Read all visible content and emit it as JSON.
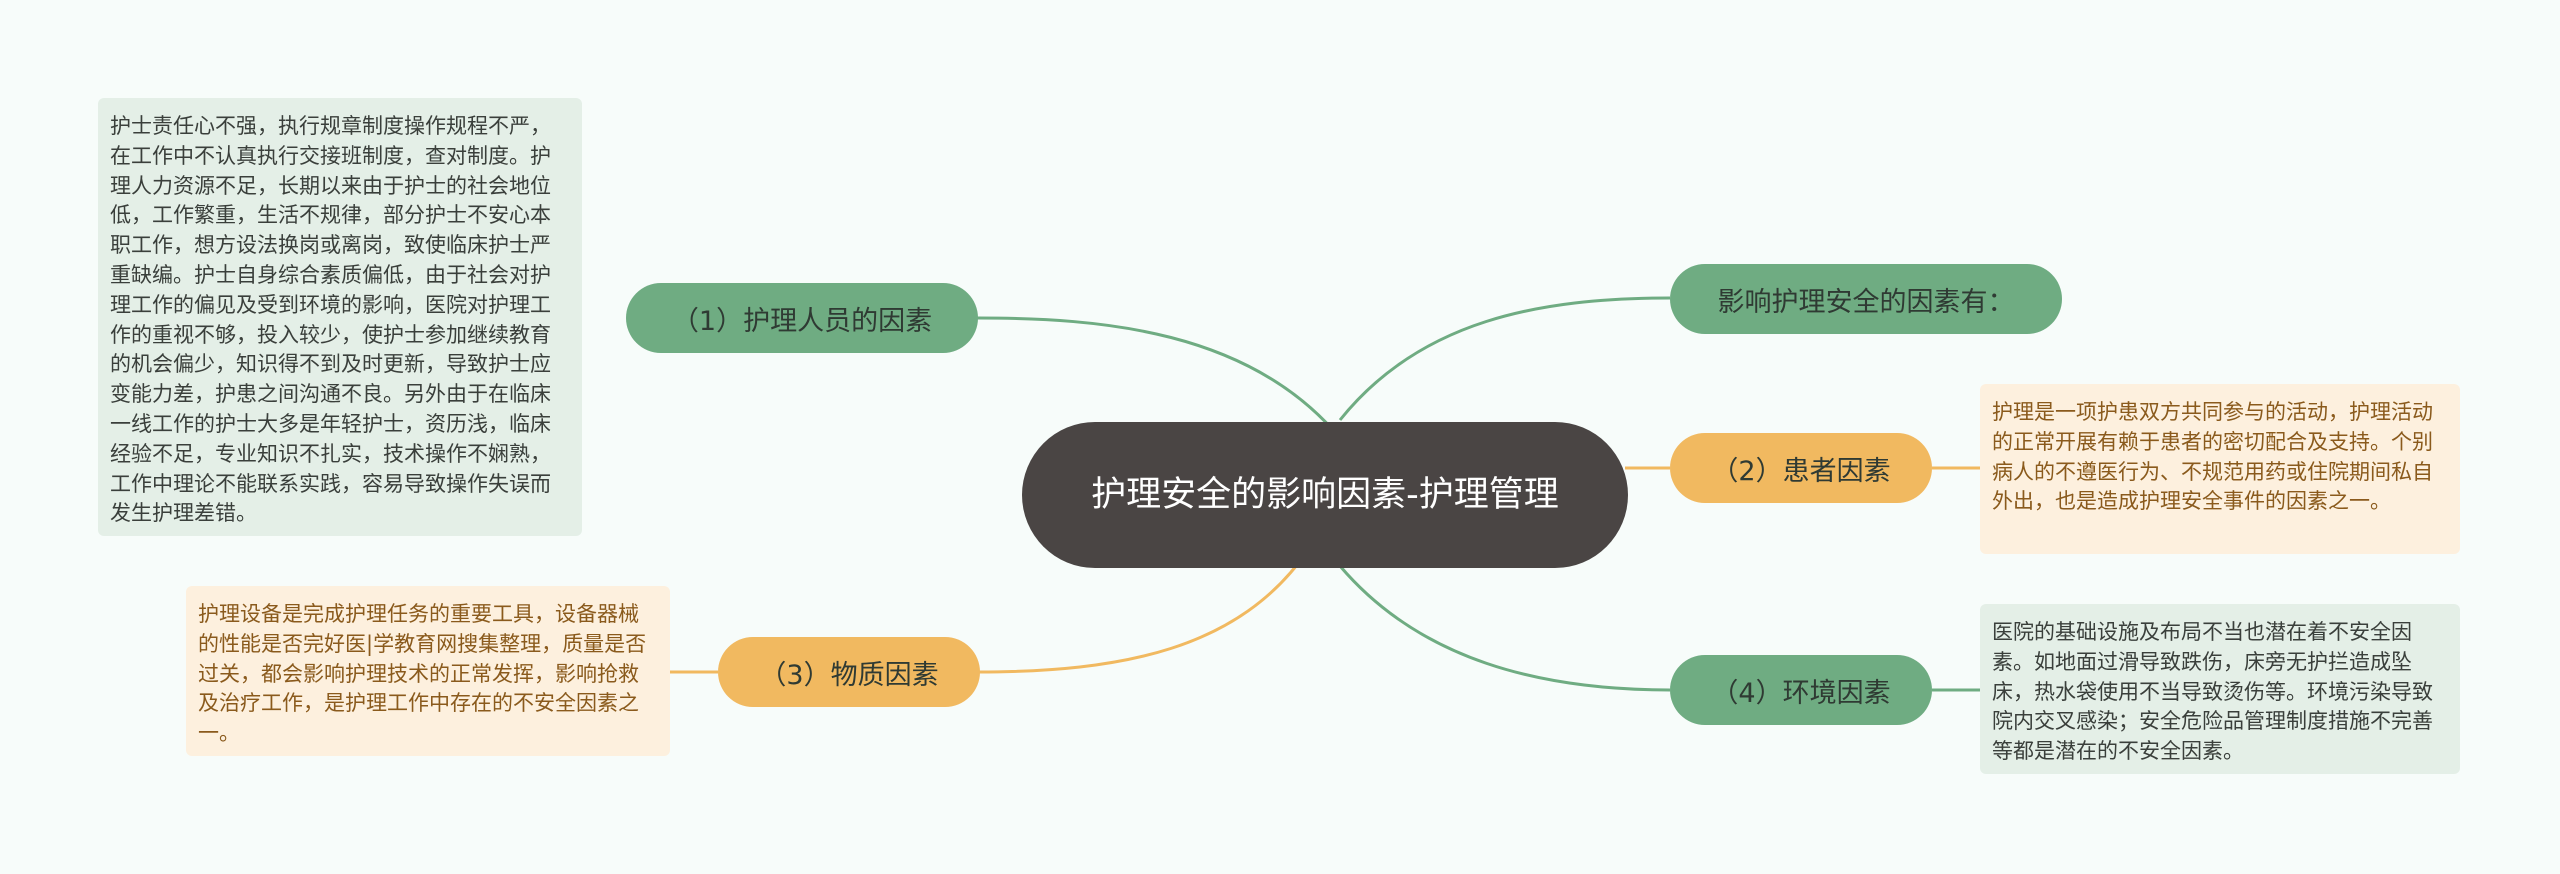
{
  "root": {
    "title": "护理安全的影响因素-护理管理"
  },
  "branches": {
    "intro": {
      "label": "影响护理安全的因素有："
    },
    "staff": {
      "label": "（1）护理人员的因素",
      "note": "护士责任心不强，执行规章制度操作规程不严，在工作中不认真执行交接班制度，查对制度。护理人力资源不足，长期以来由于护士的社会地位低，工作繁重，生活不规律，部分护士不安心本职工作，想方设法换岗或离岗，致使临床护士严重缺编。护士自身综合素质偏低，由于社会对护理工作的偏见及受到环境的影响，医院对护理工作的重视不够，投入较少，使护士参加继续教育的机会偏少，知识得不到及时更新，导致护士应变能力差，护患之间沟通不良。另外由于在临床一线工作的护士大多是年轻护士，资历浅，临床经验不足，专业知识不扎实，技术操作不娴熟，工作中理论不能联系实践，容易导致操作失误而发生护理差错。"
    },
    "patient": {
      "label": "（2）患者因素",
      "note": "护理是一项护患双方共同参与的活动，护理活动的正常开展有赖于患者的密切配合及支持。个别病人的不遵医行为、不规范用药或住院期间私自外出，也是造成护理安全事件的因素之一。"
    },
    "material": {
      "label": "（3）物质因素",
      "note": "护理设备是完成护理任务的重要工具，设备器械的性能是否完好医|学教育网搜集整理，质量是否过关，都会影响护理技术的正常发挥，影响抢救及治疗工作，是护理工作中存在的不安全因素之一。"
    },
    "environment": {
      "label": "（4）环境因素",
      "note": "医院的基础设施及布局不当也潜在着不安全因素。如地面过滑导致跌伤，床旁无护拦造成坠床，热水袋使用不当导致烫伤等。环境污染导致院内交叉感染；安全危险品管理制度措施不完善等都是潜在的不安全因素。"
    }
  },
  "colors": {
    "background": "#f7fcfa",
    "root": "#4a4544",
    "green": "#6fac82",
    "green_box": "#e4efe7",
    "orange": "#f1b960",
    "orange_box": "#fdf0de",
    "orange_text": "#8a5a1c"
  }
}
